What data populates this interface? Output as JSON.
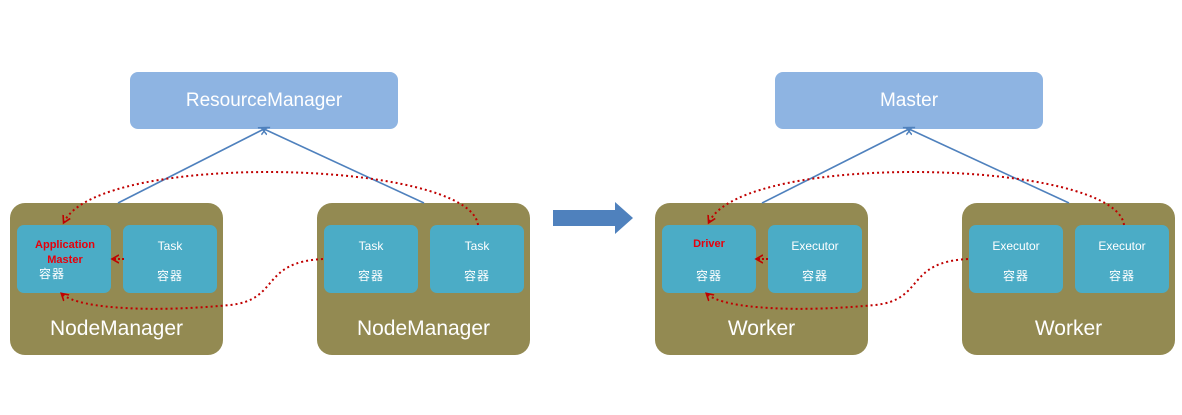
{
  "left_diagram": {
    "manager_label": "ResourceManager",
    "node_a": {
      "label": "NodeManager",
      "container_1": {
        "title": "Application Master",
        "sub": "容器"
      },
      "container_2": {
        "title": "Task",
        "sub": "容器"
      }
    },
    "node_b": {
      "label": "NodeManager",
      "container_1": {
        "title": "Task",
        "sub": "容器"
      },
      "container_2": {
        "title": "Task",
        "sub": "容器"
      }
    }
  },
  "right_diagram": {
    "manager_label": "Master",
    "node_a": {
      "label": "Worker",
      "container_1": {
        "title": "Driver",
        "sub": "容器"
      },
      "container_2": {
        "title": "Executor",
        "sub": "容器"
      }
    },
    "node_b": {
      "label": "Worker",
      "container_1": {
        "title": "Executor",
        "sub": "容器"
      },
      "container_2": {
        "title": "Executor",
        "sub": "容器"
      }
    }
  },
  "colors": {
    "manager_fill": "#8eb4e2",
    "node_fill": "#938a52",
    "container_fill": "#4bacc6",
    "link_line": "#4f81bd",
    "dotted_arrow": "#c00000",
    "transition_arrow": "#4f81bd"
  }
}
